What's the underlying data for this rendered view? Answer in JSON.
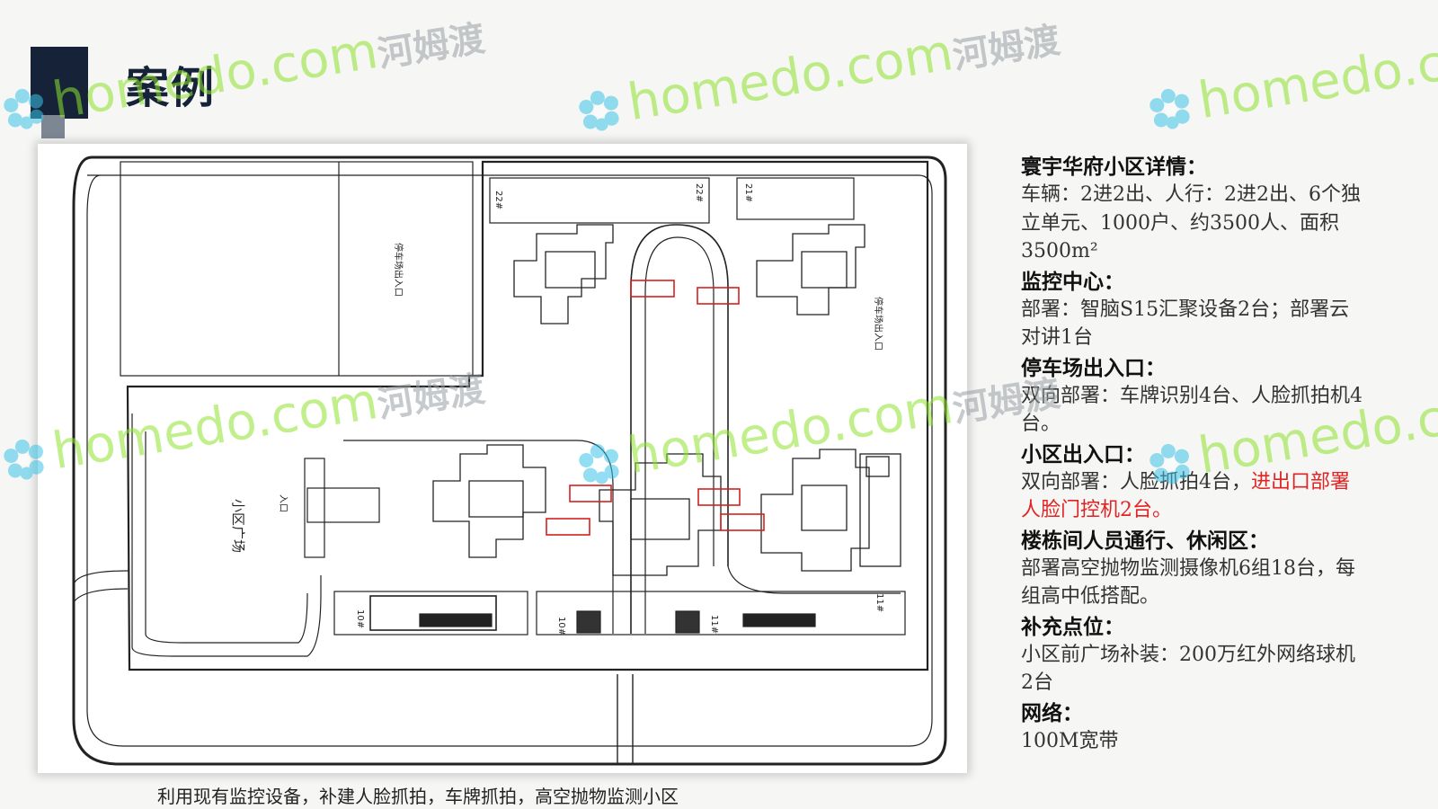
{
  "page": {
    "title": "案例"
  },
  "plan": {
    "labels": {
      "parking_a": "停车场出入口",
      "parking_b": "停车场出入口",
      "building_22a": "22#",
      "building_22b": "22#",
      "building_21": "21#",
      "building_10a": "10#",
      "building_10b": "10#",
      "building_11a": "11#",
      "building_11b": "11#",
      "plaza": "小区广场",
      "entrance": "入口"
    }
  },
  "caption": "利用现有监控设备，补建人脸抓拍，车牌抓拍，高空抛物监测小区",
  "details": {
    "sections": [
      {
        "title": "寰宇华府小区详情：",
        "body": "车辆：2进2出、人行：2进2出、6个独立单元、1000户、约3500人、面积3500m²"
      },
      {
        "title": "监控中心：",
        "body": "部署：智脑S15汇聚设备2台；部署云对讲1台"
      },
      {
        "title": "停车场出入口：",
        "body": "双向部署：车牌识别4台、人脸抓拍机4台。"
      },
      {
        "title": "小区出入口：",
        "body": "双向部署：人脸抓拍4台，",
        "body_highlight": "进出口部署人脸门控机2台。"
      },
      {
        "title": "楼栋间人员通行、休闲区：",
        "body": "部署高空抛物监测摄像机6组18台，每组高中低搭配。"
      },
      {
        "title": "补充点位：",
        "body": "小区前广场补装：200万红外网络球机2台"
      },
      {
        "title": "网络：",
        "body": "100M宽带"
      }
    ]
  },
  "watermark": {
    "text_en": "homedo.com",
    "text_cn": "河姆渡"
  },
  "colors": {
    "title": "#152238",
    "highlight": "#e02424",
    "watermark": "#8ee32e",
    "camera_box": "#d62020"
  }
}
